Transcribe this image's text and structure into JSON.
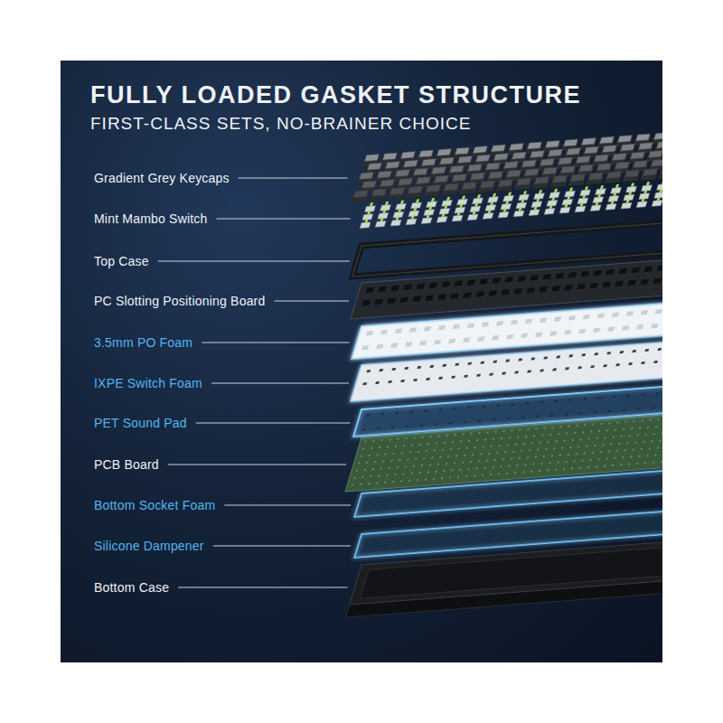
{
  "diagram": {
    "title": "FULLY LOADED GASKET STRUCTURE",
    "labels": [
      "FIRST-CLASS SETS, NO-BRAINER CHOICE",
      "Gradient Grey Keycaps",
      "Mint Mambo Switch",
      "Top Case",
      "PC Slotting Positioning Board",
      "3.5mm PO Foam",
      "IXPE Switch Foam",
      "PET Sound Pad",
      "PCB Board",
      "Bottom Socket Foam",
      "Silicone Dampener",
      "Bottom Case"
    ]
  }
}
